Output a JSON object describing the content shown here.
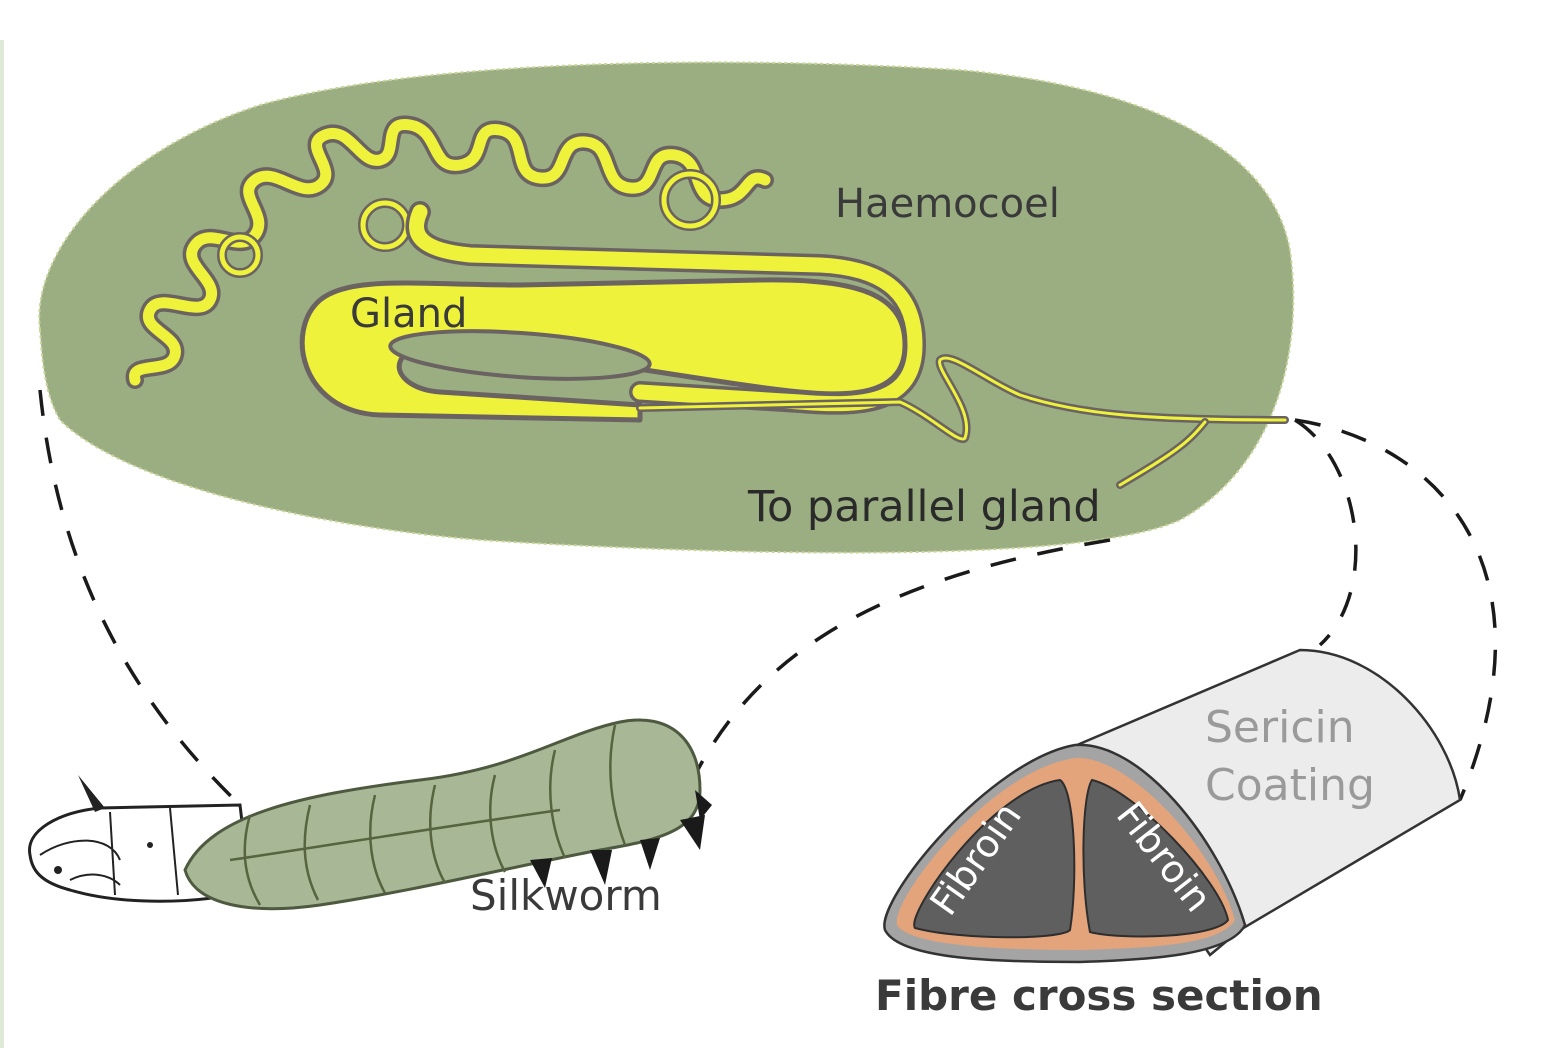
{
  "labels": {
    "haemocoel": "Haemocoel",
    "gland": "Gland",
    "to_parallel": "To parallel gland",
    "silkworm": "Silkworm",
    "sericin_line1": "Sericin",
    "sericin_line2": "Coating",
    "fibroin_left": "Fibroin",
    "fibroin_right": "Fibroin",
    "fibre_cross_section": "Fibre cross section"
  },
  "colors": {
    "haemocoel_fill": "#9aae82",
    "gland_fill": "#eef23a",
    "gland_outline": "#6b6262",
    "worm_green": "#a8b896",
    "fibroin_fill": "#5f5f5f",
    "fibroin_ring": "#e3a47c",
    "sheath_grey": "#a4a4a4",
    "sericin_fill": "#ececec",
    "sericin_text": "#9a9a9a",
    "label_text": "#3a3a3a"
  }
}
